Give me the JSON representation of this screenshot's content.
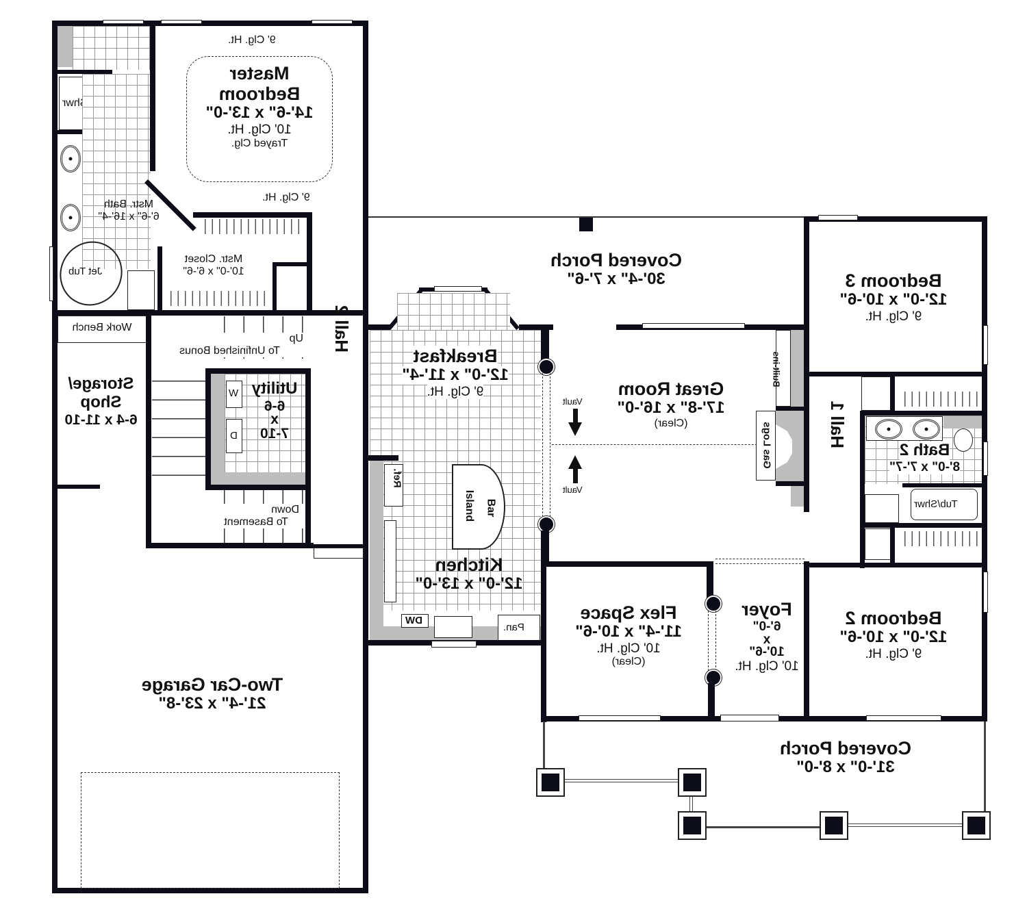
{
  "plan": {
    "orientation": "mirrored",
    "rooms": {
      "master_bedroom": {
        "name_line1": "Master",
        "name_line2": "Bedroom",
        "dims": "14'-6\" x 13'-0\"",
        "ceiling": "10' Clg. Ht.",
        "note": "Trayed Clg.",
        "ceiling_top": "9' Clg. Ht.",
        "ceiling_bottom": "9' Clg. Ht."
      },
      "master_bath": {
        "name": "Mstr. Bath",
        "dims": "6'-6\" x 16'-4\"",
        "shower": "Shwr",
        "tub": "Jet Tub"
      },
      "master_closet": {
        "name": "Mstr. Closet",
        "dims": "10'-0\" x 6'-6\""
      },
      "work_bench": {
        "name": "Work Bench"
      },
      "storage_shop": {
        "name_line1": "Storage/",
        "name_line2": "Shop",
        "dims": "6-4 x 11-10"
      },
      "stairs_up": {
        "line1": "Up",
        "line2": "To Unfinished Bonus"
      },
      "stairs_down": {
        "line1": "Down",
        "line2": "To Basement"
      },
      "utility": {
        "name": "Utility",
        "dims_line1": "6-6",
        "dims_line2": "x",
        "dims_line3": "7-10",
        "washer": "W",
        "dryer": "D"
      },
      "hall_2": {
        "name": "Hall 2"
      },
      "garage": {
        "name": "Two-Car Garage",
        "dims": "21'-4\" x 23'-8\""
      },
      "rear_porch": {
        "name": "Covered Porch",
        "dims": "30'-4\" x 7'-6\""
      },
      "breakfast": {
        "name": "Breakfast",
        "dims": "12'-0\" x 11'-4\"",
        "ceiling": "9' Clg. Ht."
      },
      "kitchen": {
        "name": "Kitchen",
        "dims": "12'-0\" x 13'-0\"",
        "island": "Island",
        "bar": "Bar",
        "refrigerator": "Ref.",
        "dishwasher": "DW",
        "pantry": "Pan."
      },
      "great_room": {
        "name": "Great Room",
        "dims": "17'-8\" x 16'-0\"",
        "ceiling": "(Clear)",
        "vault_top": "Vault",
        "vault_bottom": "Vault",
        "built_ins": "Built-ins",
        "gas_logs": "Gas Logs"
      },
      "bedroom_3": {
        "name": "Bedroom 3",
        "dims": "12'-0\" x 10'-6\"",
        "ceiling": "9' Clg. Ht."
      },
      "bath_2": {
        "name": "Bath 2",
        "dims": "8'-0\" x 7'-7\"",
        "tub": "Tub/Shwr"
      },
      "hall_1": {
        "name": "Hall 1"
      },
      "bedroom_2": {
        "name": "Bedroom 2",
        "dims": "12'-0\" x 10'-6\"",
        "ceiling": "9' Clg. Ht."
      },
      "flex_space": {
        "name": "Flex Space",
        "dims": "11'-4\" x 10'-6\"",
        "ceiling": "10' Clg. Ht.",
        "note": "(Clear)"
      },
      "foyer": {
        "name": "Foyer",
        "dims_line1": "6'-0\"",
        "dims_line2": "x",
        "dims_line3": "10'-6\"",
        "ceiling": "10' Clg. Ht."
      },
      "front_porch": {
        "name": "Covered Porch",
        "dims": "31'-0\" x 8'-0\""
      }
    },
    "colors": {
      "wall": "#0d0d1a",
      "fill_gray": "#bdbdbd",
      "grid": "#9a9a9a",
      "background": "#ffffff"
    }
  }
}
